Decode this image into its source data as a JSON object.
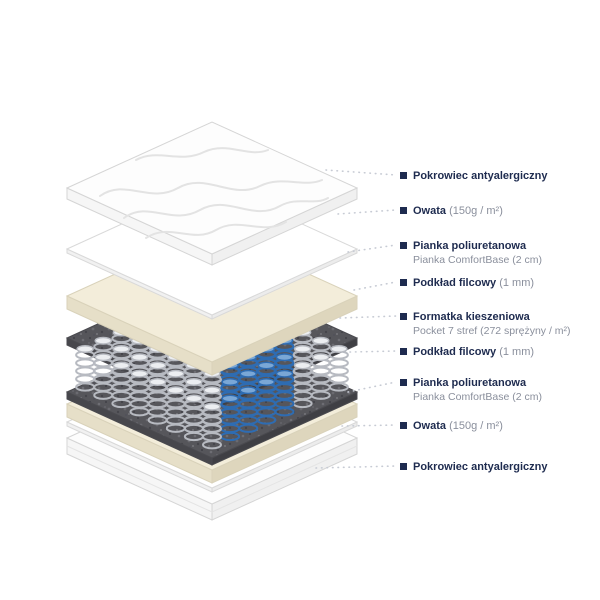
{
  "diagram": {
    "name": "mattress-layers-exploded-view",
    "labels": [
      {
        "title": "Pokrowiec antyalergiczny",
        "suffix": "",
        "subtitle": ""
      },
      {
        "title": "Owata",
        "suffix": "(150g / m²)",
        "subtitle": ""
      },
      {
        "title": "Pianka poliuretanowa",
        "suffix": "",
        "subtitle": "Pianka ComfortBase (2 cm)"
      },
      {
        "title": "Podkład filcowy",
        "suffix": "(1 mm)",
        "subtitle": ""
      },
      {
        "title": "Formatka kieszeniowa",
        "suffix": "",
        "subtitle": "Pocket 7 stref (272 sprężyny / m²)"
      },
      {
        "title": "Podkład filcowy",
        "suffix": "(1 mm)",
        "subtitle": ""
      },
      {
        "title": "Pianka poliuretanowa",
        "suffix": "",
        "subtitle": "Pianka ComfortBase (2 cm)"
      },
      {
        "title": "Owata",
        "suffix": "(150g / m²)",
        "subtitle": ""
      },
      {
        "title": "Pokrowiec antyalergiczny",
        "suffix": "",
        "subtitle": ""
      }
    ],
    "colors": {
      "label_text": "#1e2b4f",
      "label_secondary": "#8a8f9c",
      "bullet": "#1e2b4f",
      "connector": "#c7cbd4",
      "spring_gray": "#b7bac1",
      "spring_blue": "#2e6cb2",
      "foam": "#f3edda",
      "felt": "#56565b",
      "cover_white": "#fdfdfd"
    }
  }
}
